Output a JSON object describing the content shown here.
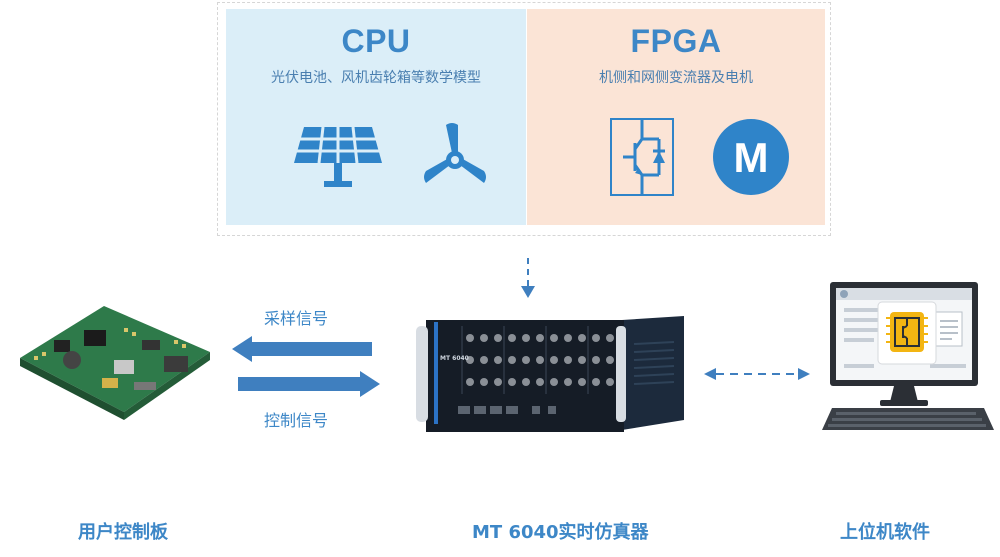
{
  "cpu": {
    "title": "CPU",
    "subtitle": "光伏电池、风机齿轮箱等数学模型",
    "icons": [
      "solar-panel-icon",
      "wind-turbine-icon"
    ]
  },
  "fpga": {
    "title": "FPGA",
    "subtitle": "机侧和网侧变流器及电机",
    "icons": [
      "igbt-switch-icon",
      "motor-icon"
    ],
    "motor_letter": "M"
  },
  "links": {
    "sampling_signal": "采样信号",
    "control_signal": "控制信号"
  },
  "devices": {
    "controller_board": {
      "label": "用户控制板"
    },
    "simulator": {
      "label": "MT 6040实时仿真器",
      "front_text": "MT 6040"
    },
    "host_pc": {
      "label": "上位机软件"
    }
  },
  "colors": {
    "accent_blue": "#3d87c7",
    "cpu_bg": "#dbeef8",
    "fpga_bg": "#fbe4d6",
    "arrow_blue": "#3f7fbf"
  }
}
